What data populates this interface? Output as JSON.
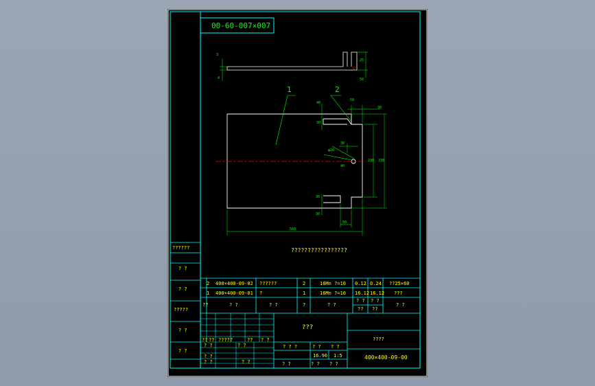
{
  "drawing_code_top": "00-60-007×007",
  "part_labels": {
    "one": "1",
    "two": "2"
  },
  "dims": {
    "d1": "3",
    "d2": "25",
    "d3": "50",
    "d4": "40",
    "d5": "30",
    "d6": "50",
    "d7": "30",
    "d8": "30",
    "d9": "φ20",
    "d10": "290",
    "d11": "330",
    "d12": "30",
    "d13": "30",
    "d14": "50",
    "d15": "40",
    "d16": "560",
    "d17": "4"
  },
  "note": "?????????????????",
  "left_column": [
    "??????",
    "? ?",
    "? ?",
    "?????",
    "? ?",
    "? ?"
  ],
  "bom": {
    "rows": [
      {
        "no": "2",
        "code": "400×400-09-02",
        "name": "??????",
        "qty": "2",
        "material": "16Mn ?=10",
        "unit_wt": "0.12",
        "total_wt": "0.24",
        "remark": "??25×60"
      },
      {
        "no": "1",
        "code": "400×400-09-01",
        "name": "?",
        "qty": "1",
        "material": "16Mn ?=10",
        "unit_wt": "16.12",
        "total_wt": "16.12",
        "remark": "???"
      }
    ],
    "header": {
      "no": "??",
      "code": "? ?",
      "name": "? ?",
      "qty": "?",
      "material": "? ?",
      "unit_wt": "? ?",
      "total_wt": "? ?",
      "remark": "? ?"
    },
    "header_sub": {
      "unit_wt": "??",
      "total_wt": "??"
    }
  },
  "title_block": {
    "material_cell": "???",
    "company": "????",
    "drawing_no": "400×400-09-00",
    "stage": "? ? ?",
    "weight_label": "? ?",
    "scale_label": "? ?",
    "weight": "16.96",
    "scale": "1:5",
    "sheet_a": "? ?",
    "sheet_b": "? ?",
    "sheet_c": "? ?",
    "rev_row": [
      "??",
      "??",
      "?????",
      "??",
      "? ?"
    ],
    "sign_rows": [
      "? ?",
      "? ?",
      "? ?"
    ],
    "sign_rows2": [
      "? ?",
      "? ?"
    ]
  },
  "colors": {
    "line": "#00ff00",
    "frame": "#00ffff",
    "outline": "#ffffff",
    "center": "#ff0000",
    "text": "#ffff00"
  }
}
